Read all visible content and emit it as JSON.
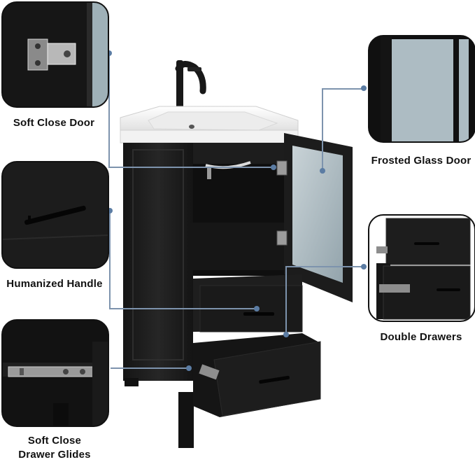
{
  "product": {
    "type": "black bathroom vanity with white ceramic sink and matte black faucet",
    "colors": {
      "cabinet": "#1c1c1c",
      "sink": "#f1f1f1",
      "glass": "#a9b8bf",
      "leader": "#7d93ad",
      "dot": "#5b7ca3"
    }
  },
  "callouts": [
    {
      "id": "soft-close-door",
      "label": "Soft Close Door"
    },
    {
      "id": "frosted-glass-door",
      "label": "Frosted Glass Door"
    },
    {
      "id": "humanized-handle",
      "label": "Humanized Handle"
    },
    {
      "id": "double-drawers",
      "label": "Double Drawers"
    },
    {
      "id": "drawer-glides",
      "label_line1": "Soft Close",
      "label_line2": "Drawer Glides"
    }
  ]
}
